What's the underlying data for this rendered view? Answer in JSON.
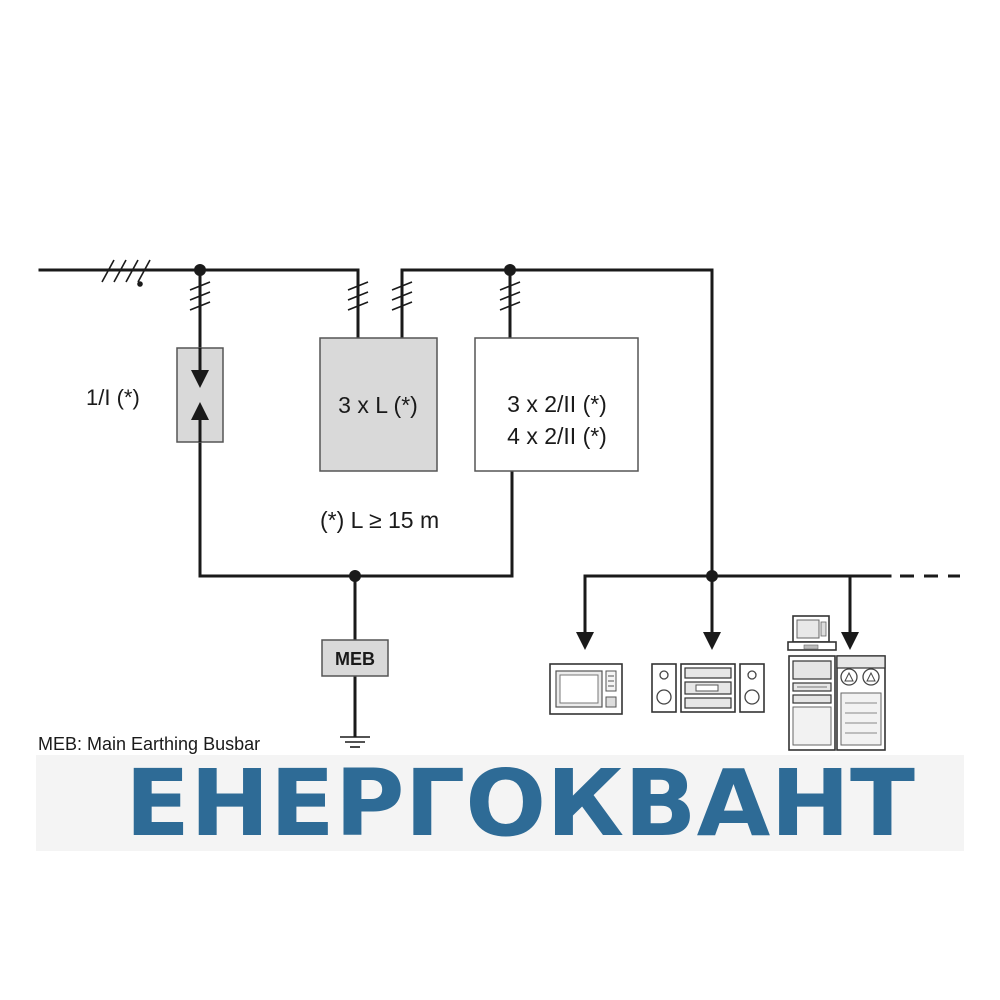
{
  "diagram": {
    "spd_type1": {
      "label": "1/I (*)"
    },
    "spd_group_left": {
      "label": "3 x L (*)"
    },
    "spd_group_right": {
      "line1": "3 x 2/II (*)",
      "line2": "4 x 2/II (*)"
    },
    "distance_note": "(*) L ≥ 15 m",
    "meb": {
      "label": "MEB"
    },
    "legend": "MEB: Main Earthing Busbar"
  },
  "brand": {
    "logo_text": "ЕНЕРГОКВАНТ",
    "color": "#2e6b96",
    "backdrop_color": "#f4f4f4"
  },
  "colors": {
    "line": "#1a1a1a",
    "gray_box": "#d9d9d9",
    "box_border": "#555555"
  }
}
